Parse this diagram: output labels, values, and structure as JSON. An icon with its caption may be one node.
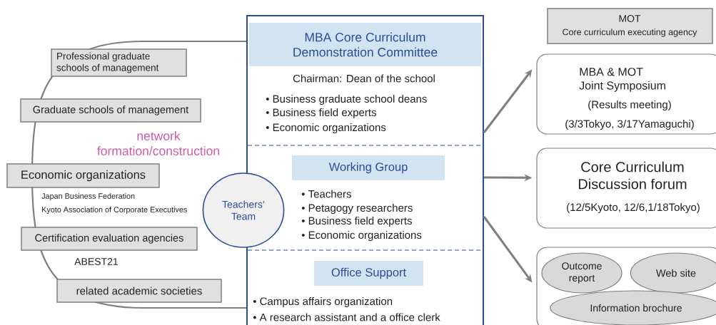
{
  "diagram": {
    "nodes": [
      {
        "text": [],
        "shape": "box"
      },
      {
        "text": [
          "MBA Core Curriculum Demonstration Committee"
        ],
        "in": 0,
        "beside": [
          "Chairman: Dean of the school"
        ]
      },
      {
        "text": [
          "Working Group"
        ],
        "in": 0
      },
      {
        "text": [
          "Office Support"
        ],
        "in": 0
      },
      {
        "text": [
          "Teachers’ Team"
        ]
      },
      {
        "text": [
          "Professional graduate schools of management"
        ]
      },
      {
        "text": [
          "Graduate schools of management"
        ]
      },
      {
        "text": [
          "Economic organizations"
        ],
        "beside": [
          "Japan Business Federation",
          "Kyoto Association of Corporate Executives"
        ]
      },
      {
        "text": [
          "Certification evaluation agencies"
        ],
        "beside": [
          "ABEST21"
        ]
      },
      {
        "text": [
          "related academic societies"
        ]
      },
      {
        "text": [
          "MOT",
          "Core curriculum executing agency"
        ]
      },
      {
        "text": [
          "MBA & MOT Joint Symposium",
          "(Results meeting)",
          "(3/3Tokyo, 3/17Yamaguchi)"
        ]
      },
      {
        "text": [
          "Core Curriculum Discussion forum",
          "(12/5Kyoto, 12/6,1/18Tokyo)"
        ]
      },
      {
        "text": [],
        "shape": "box"
      },
      {
        "text": [
          "Outcome report"
        ],
        "in": 13
      },
      {
        "text": [
          "Web site"
        ],
        "in": 13
      },
      {
        "text": [
          "Information brochure"
        ],
        "in": 13
      }
    ],
    "edges": [
      {
        "from": 0,
        "to": 11,
        "arrow": "to"
      },
      {
        "from": 0,
        "to": 12,
        "arrow": "to"
      },
      {
        "from": 0,
        "to": 13,
        "arrow": "to"
      }
    ],
    "labels": [
      "network formation/construction",
      "• Business graduate school deans",
      "• Business field experts",
      "• Economic organizations",
      "• Teachers",
      "• Petagogy researchers",
      "• Business field experts",
      "• Economic organizations",
      "• Campus affairs organization",
      "• A research assistant and a office clerk"
    ]
  }
}
